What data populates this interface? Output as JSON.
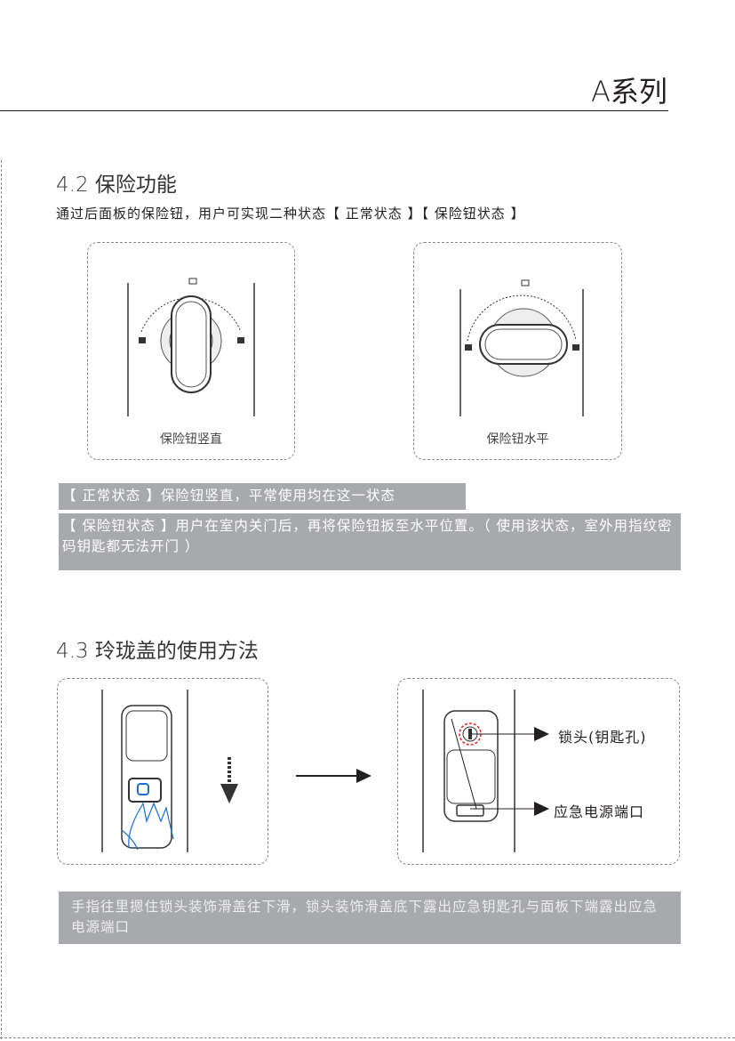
{
  "header": {
    "series": "A系列"
  },
  "section_42": {
    "title": "4.2 保险功能",
    "intro": "通过后面板的保险钮，用户可实现二种状态【 正常状态 】【 保险钮状态 】",
    "figures": [
      {
        "caption": "保险钮竖直"
      },
      {
        "caption": "保险钮水平"
      }
    ],
    "notes": [
      "【 正常状态 】保险钮竖直，平常使用均在这一状态",
      "【 保险钮状态 】用户在室内关门后，再将保险钮扳至水平位置。（ 使用该状态，室外用指纹密码钥匙都无法开门 ）"
    ]
  },
  "section_43": {
    "title": "4.3 玲珑盖的使用方法",
    "callouts": {
      "keyhole": "锁头(钥匙孔)",
      "power_port": "应急电源端口"
    },
    "note": "手指往里摁住锁头装饰滑盖往下滑，锁头装饰滑盖底下露出应急钥匙孔与面板下端露出应急电源端口"
  }
}
